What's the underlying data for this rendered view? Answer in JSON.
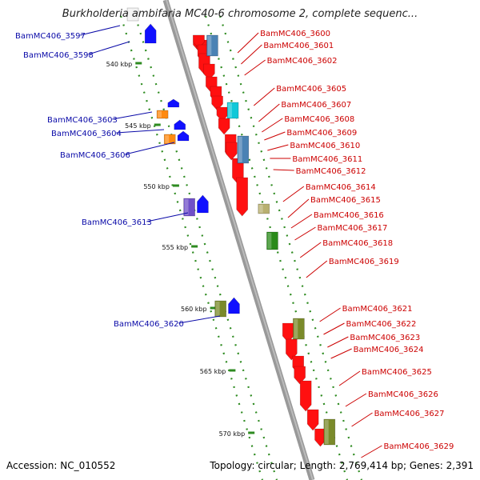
{
  "header": {
    "title": "Burkholderia ambifaria MC40-6 chromosome 2, complete sequenc..."
  },
  "footer": {
    "accession": "Accession: NC_010552",
    "summary": "Topology: circular; Length: 2,769,414 bp; Genes: 2,391"
  },
  "ruler": {
    "ticks": [
      {
        "label": "540 kbp",
        "kbp": 540
      },
      {
        "label": "545 kbp",
        "kbp": 545
      },
      {
        "label": "550 kbp",
        "kbp": 550
      },
      {
        "label": "555 kbp",
        "kbp": 555
      },
      {
        "label": "560 kbp",
        "kbp": 560
      },
      {
        "label": "565 kbp",
        "kbp": 565
      },
      {
        "label": "570 kbp",
        "kbp": 570
      }
    ]
  },
  "colors": {
    "backbone": "#888888",
    "tick": "#2e8b20",
    "label_right": "#cc0000",
    "label_left": "#0a0aa8",
    "forward_gene": "#ff1010",
    "reverse_gene": "#1010ff",
    "steel": "#4a82b4",
    "cyan": "#11c8d8",
    "olive": "#7a8a2a",
    "green": "#2a8a1a",
    "orange": "#ff8a10",
    "purple": "#7050c8",
    "khaki": "#b8b070"
  },
  "genes_right": [
    "BamMC406_3600",
    "BamMC406_3601",
    "BamMC406_3602",
    "BamMC406_3605",
    "BamMC406_3607",
    "BamMC406_3608",
    "BamMC406_3609",
    "BamMC406_3610",
    "BamMC406_3611",
    "BamMC406_3612",
    "BamMC406_3614",
    "BamMC406_3615",
    "BamMC406_3616",
    "BamMC406_3617",
    "BamMC406_3618",
    "BamMC406_3619",
    "BamMC406_3621",
    "BamMC406_3622",
    "BamMC406_3623",
    "BamMC406_3624",
    "BamMC406_3625",
    "BamMC406_3626",
    "BamMC406_3627",
    "BamMC406_3629"
  ],
  "genes_left": [
    "BamMC406_3597",
    "BamMC406_3598",
    "BamMC406_3603",
    "BamMC406_3604",
    "BamMC406_3606",
    "BamMC406_3613",
    "BamMC406_3620"
  ]
}
